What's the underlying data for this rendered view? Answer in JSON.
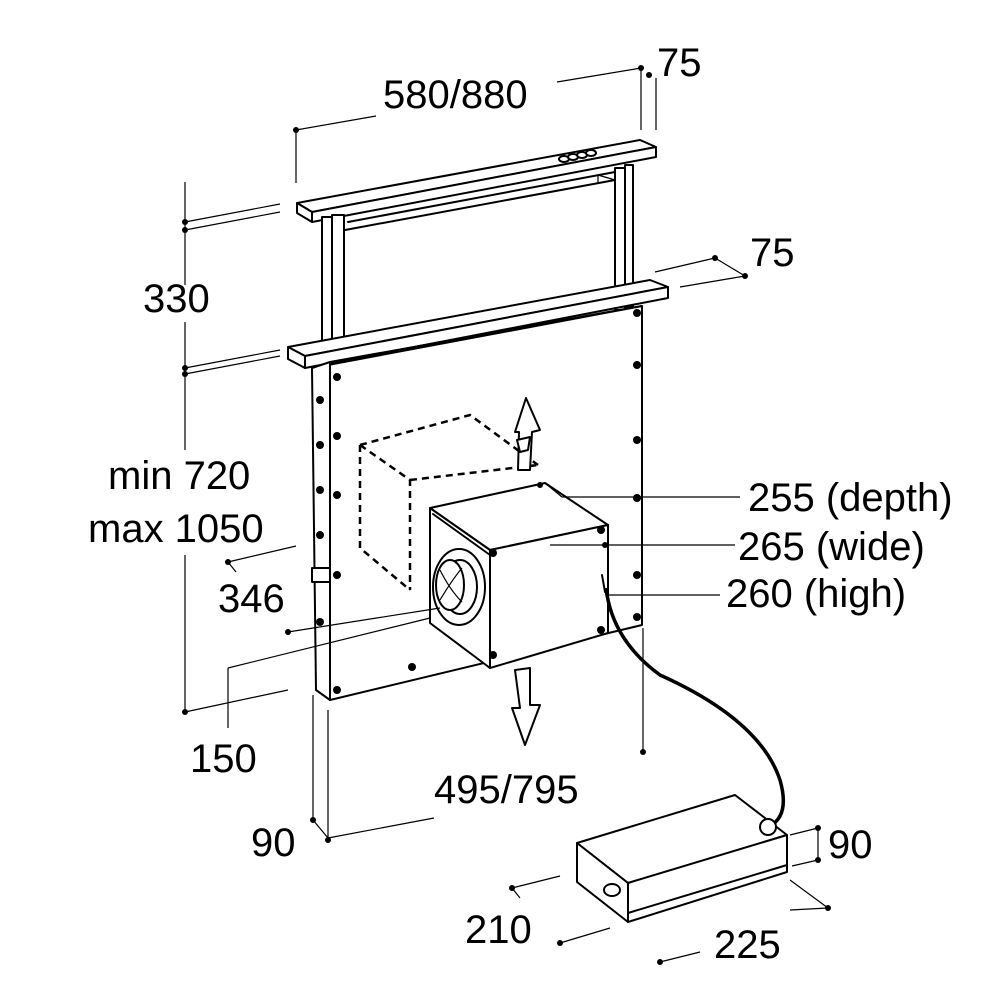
{
  "labels": {
    "width_top": "580/880",
    "depth_top": "75",
    "depth_mid": "75",
    "height_upper": "330",
    "height_min": "min 720",
    "height_max": "max 1050",
    "offset_346": "346",
    "offset_150": "150",
    "offset_90": "90",
    "width_bottom": "495/795",
    "motor_depth": "255 (depth)",
    "motor_wide": "265 (wide)",
    "motor_high": "260 (high)",
    "box_height": "90",
    "box_depth": "210",
    "box_width": "225"
  }
}
